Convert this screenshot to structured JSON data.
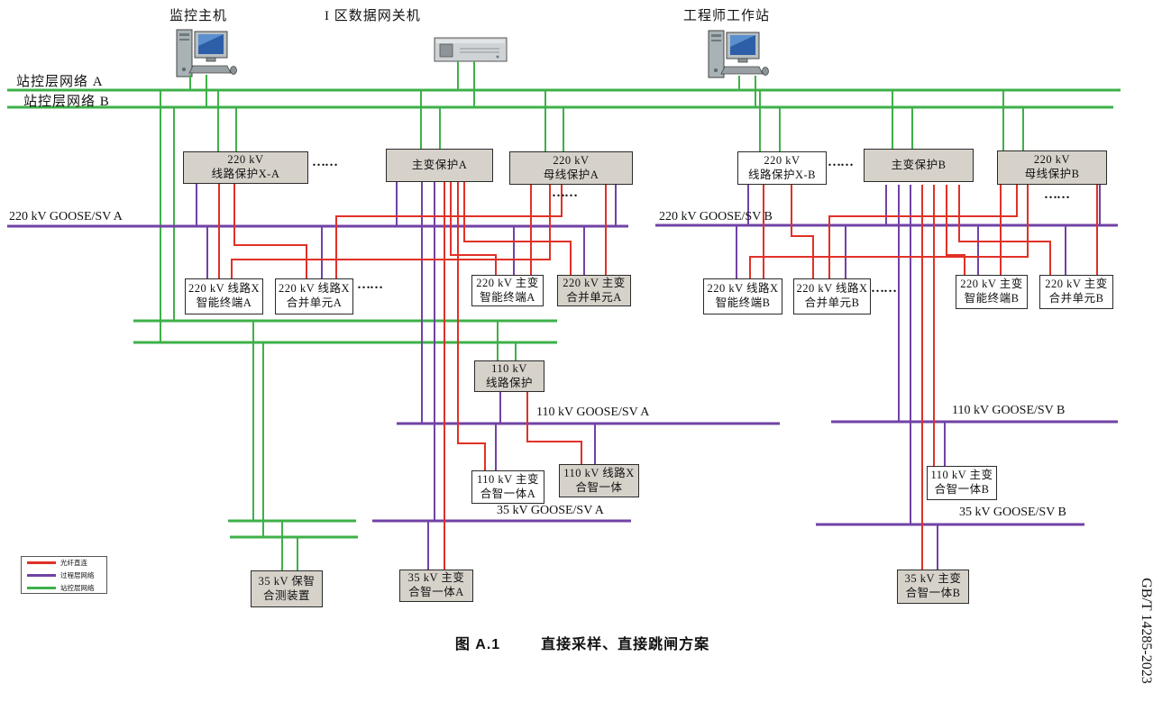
{
  "figure": {
    "caption_prefix": "图 A.1",
    "caption_title": "直接采样、直接跳闸方案",
    "side_label": "GB/T 14285-2023",
    "ellipsis": "……"
  },
  "colors": {
    "fiber_direct": "#e03127",
    "process_layer": "#7142a5",
    "station_layer": "#3eb049",
    "box_fill": "#d6d2ca"
  },
  "devices": [
    {
      "id": "monitor-host",
      "label": "监控主机"
    },
    {
      "id": "zone1-gateway",
      "label": "I 区数据网关机"
    },
    {
      "id": "engineer-workstation",
      "label": "工程师工作站"
    }
  ],
  "networks": {
    "station_a": "站控层网络  A",
    "station_b": "站控层网络  B",
    "goose_220_a": "220 kV GOOSE/SV A",
    "goose_220_b": "220 kV GOOSE/SV B",
    "goose_110_a": "110 kV GOOSE/SV A",
    "goose_110_b": "110 kV GOOSE/SV B",
    "goose_35_a": "35 kV GOOSE/SV A",
    "goose_35_b": "35 kV GOOSE/SV B"
  },
  "boxes": [
    {
      "id": "prot-220-line-a",
      "fill": "gray",
      "lines": [
        "220 kV",
        "线路保护X-A"
      ]
    },
    {
      "id": "prot-main-tf-a",
      "fill": "gray",
      "lines": [
        "主变保护A"
      ]
    },
    {
      "id": "prot-bus-220-a",
      "fill": "gray",
      "lines": [
        "220 kV",
        "母线保护A"
      ]
    },
    {
      "id": "prot-220-line-b",
      "fill": "white",
      "lines": [
        "220 kV",
        "线路保护X-B"
      ]
    },
    {
      "id": "prot-main-tf-b",
      "fill": "gray",
      "lines": [
        "主变保护B"
      ]
    },
    {
      "id": "prot-bus-220-b",
      "fill": "gray",
      "lines": [
        "220 kV",
        "母线保护B"
      ]
    },
    {
      "id": "st-220-line-a",
      "fill": "white",
      "lines": [
        "220 kV 线路X",
        "智能终端A"
      ]
    },
    {
      "id": "mu-220-line-a",
      "fill": "white",
      "lines": [
        "220 kV 线路X",
        "合并单元A"
      ]
    },
    {
      "id": "st-220-tf-a",
      "fill": "white",
      "lines": [
        "220 kV 主变",
        "智能终端A"
      ]
    },
    {
      "id": "mu-220-tf-a",
      "fill": "gray",
      "lines": [
        "220 kV 主变",
        "合并单元A"
      ]
    },
    {
      "id": "st-220-line-b",
      "fill": "white",
      "lines": [
        "220 kV 线路X",
        "智能终端B"
      ]
    },
    {
      "id": "mu-220-line-b",
      "fill": "white",
      "lines": [
        "220 kV 线路X",
        "合并单元B"
      ]
    },
    {
      "id": "st-220-tf-b",
      "fill": "white",
      "lines": [
        "220 kV 主变",
        "智能终端B"
      ]
    },
    {
      "id": "mu-220-tf-b",
      "fill": "white",
      "lines": [
        "220 kV 主变",
        "合并单元B"
      ]
    },
    {
      "id": "prot-110-line",
      "fill": "gray",
      "lines": [
        "110 kV",
        "线路保护"
      ]
    },
    {
      "id": "hz-110-tf-a",
      "fill": "white",
      "lines": [
        "110 kV 主变",
        "合智一体A"
      ]
    },
    {
      "id": "hz-110-line",
      "fill": "gray",
      "lines": [
        "110 kV 线路X",
        "合智一体"
      ]
    },
    {
      "id": "hz-110-tf-b",
      "fill": "white",
      "lines": [
        "110 kV 主变",
        "合智一体B"
      ]
    },
    {
      "id": "bz-35",
      "fill": "gray",
      "lines": [
        "35 kV 保智",
        "合测装置"
      ]
    },
    {
      "id": "hz-35-tf-a",
      "fill": "gray",
      "lines": [
        "35 kV 主变",
        "合智一体A"
      ]
    },
    {
      "id": "hz-35-tf-b",
      "fill": "gray",
      "lines": [
        "35 kV 主变",
        "合智一体B"
      ]
    }
  ],
  "legend": {
    "items": [
      {
        "id": "fiber-direct",
        "label": "光纤直连",
        "color": "#e03127"
      },
      {
        "id": "process-layer",
        "label": "过程层网络",
        "color": "#7142a5"
      },
      {
        "id": "station-layer",
        "label": "站控层网络",
        "color": "#3eb049"
      }
    ]
  }
}
